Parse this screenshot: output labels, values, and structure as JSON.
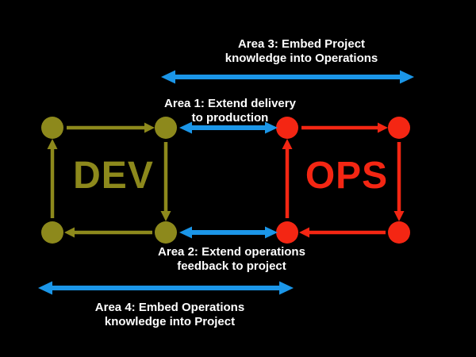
{
  "colors": {
    "background": "#000000",
    "dev": "#8d891c",
    "ops": "#f42613",
    "span_arrow": "#1b96e8",
    "label_text": "#ffffff"
  },
  "labels": {
    "dev": "DEV",
    "ops": "OPS",
    "area1": {
      "line1": "Area 1: Extend delivery",
      "line2": "to production"
    },
    "area2": {
      "line1": "Area 2: Extend operations",
      "line2": "feedback to project"
    },
    "area3": {
      "line1": "Area 3: Embed Project",
      "line2": "knowledge into Operations"
    },
    "area4": {
      "line1": "Area 4: Embed Operations",
      "line2": "knowledge into Project"
    }
  },
  "diagram": {
    "type": "devops-loop",
    "cycles": [
      {
        "name": "DEV",
        "color": "#8d891c",
        "nodes": 4,
        "direction": "clockwise"
      },
      {
        "name": "OPS",
        "color": "#f42613",
        "nodes": 4,
        "direction": "clockwise"
      }
    ],
    "connections": [
      {
        "label": "Area 1: Extend delivery to production",
        "style": "double-headed-arrow",
        "between": [
          "DEV top-right",
          "OPS top-left"
        ]
      },
      {
        "label": "Area 2: Extend operations feedback to project",
        "style": "double-headed-arrow",
        "between": [
          "DEV bottom-right",
          "OPS bottom-left"
        ]
      },
      {
        "label": "Area 3: Embed Project knowledge into Operations",
        "style": "double-headed-arrow",
        "between": [
          "center",
          "right edge"
        ]
      },
      {
        "label": "Area 4: Embed Operations knowledge into Project",
        "style": "double-headed-arrow",
        "between": [
          "left edge",
          "center"
        ]
      }
    ]
  }
}
